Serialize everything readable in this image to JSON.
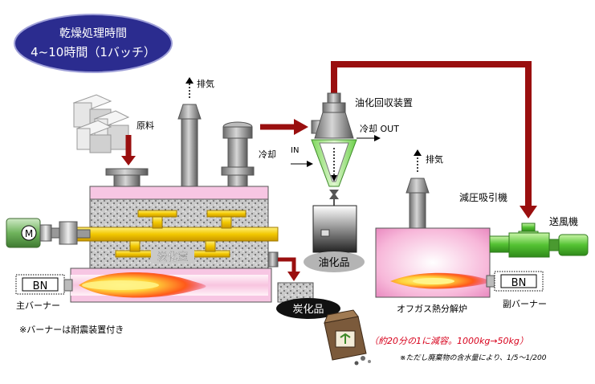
{
  "badge": {
    "line1": "乾燥処理時間",
    "line2": "4~10時間（1バッチ）"
  },
  "labels": {
    "exhaust1": "排気",
    "exhaust2": "排気",
    "material": "原料",
    "oil_recovery": "油化回収装置",
    "cooling_in": "冷却",
    "cooling_out": "冷却 OUT",
    "in": "IN",
    "vacuum": "減圧吸引機",
    "blower": "送風機",
    "motor": "M",
    "carbonization_room": "炭化室",
    "oil_product": "油化品",
    "carbon_product": "炭化品",
    "main_bn": "BN",
    "main_burner": "主バーナー",
    "sub_bn": "BN",
    "sub_burner": "副バーナー",
    "offgas": "オフガス熱分解炉",
    "seismic_note": "※バーナーは耐震装置付き",
    "volume_reduction": "（約20分の1に減容。1000kg→50kg）",
    "moisture_note": "※ただし廃棄物の含水量により、1/5～1/200"
  },
  "colors": {
    "badge_fill": "#2b2c8f",
    "pipe_red": "#9a0f0f",
    "shaft_yellow": "#f2d000",
    "chamber_pink": "#f7c6e3",
    "green": "#5fc83c",
    "accent_red": "#d7001b"
  }
}
